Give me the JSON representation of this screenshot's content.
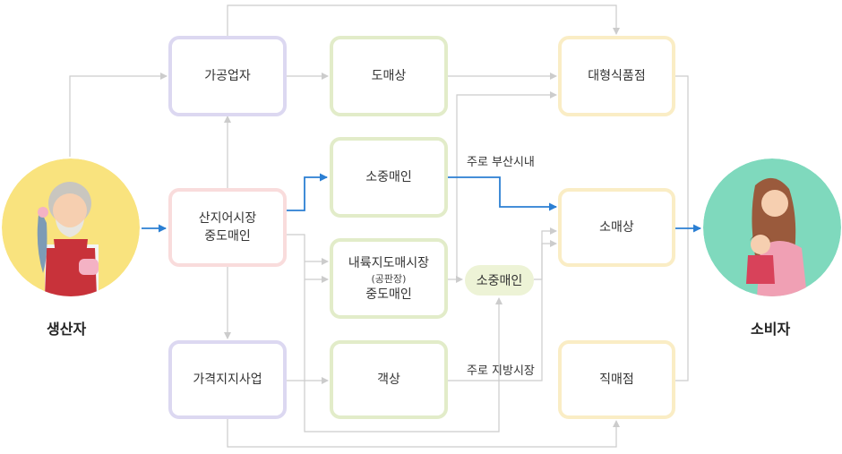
{
  "nodes": {
    "processor": "가공업자",
    "wholesaler": "도매상",
    "large_store": "대형식품점",
    "origin_market": [
      "산지어시장",
      "중도매인"
    ],
    "small_broker_1": "소중매인",
    "retailer": "소매상",
    "inland_market": [
      "내륙지도매시장",
      "(공판장)",
      "중도매인"
    ],
    "small_broker_2": "소중매인",
    "price_support": "가격지지사업",
    "guest_merchant": "객상",
    "direct_store": "직매점"
  },
  "notes": {
    "busan": "주로 부산시내",
    "local": "주로 지방시장"
  },
  "roles": {
    "producer": "생산자",
    "consumer": "소비자"
  },
  "colors": {
    "purple_border": "#dcd8f1",
    "green_border": "#e2ecc9",
    "yellow_border": "#faedc5",
    "pink_border": "#f9dcdc",
    "highlight_arrow": "#2b7fd3",
    "connector": "#cccccc",
    "producer_bg": "#f9e37e",
    "consumer_bg": "#7fd9bd"
  }
}
